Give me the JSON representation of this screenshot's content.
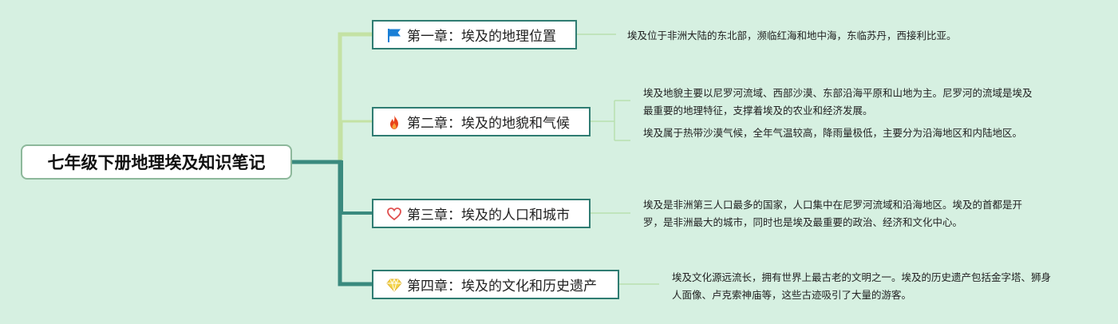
{
  "root": {
    "title": "七年级下册地理埃及知识笔记"
  },
  "chapters": [
    {
      "title": "第一章：埃及的地理位置",
      "icon": "blue-flag-icon",
      "notes": [
        "埃及位于非洲大陆的东北部，濒临红海和地中海，东临苏丹，西接利比亚。"
      ]
    },
    {
      "title": "第二章：埃及的地貌和气候",
      "icon": "fire-icon",
      "notes": [
        "埃及地貌主要以尼罗河流域、西部沙漠、东部沿海平原和山地为主。尼罗河的流域是埃及最重要的地理特征，支撑着埃及的农业和经济发展。",
        "埃及属于热带沙漠气候，全年气温较高，降雨量极低，主要分为沿海地区和内陆地区。"
      ]
    },
    {
      "title": "第三章：埃及的人口和城市",
      "icon": "heart-icon",
      "notes": [
        "埃及是非洲第三人口最多的国家，人口集中在尼罗河流域和沿海地区。埃及的首都是开罗，是非洲最大的城市，同时也是埃及最重要的政治、经济和文化中心。"
      ]
    },
    {
      "title": "第四章：埃及的文化和历史遗产",
      "icon": "gem-icon",
      "notes": [
        "埃及文化源远流长，拥有世界上最古老的文明之一。埃及的历史遗产包括金字塔、狮身人面像、卢克索神庙等，这些古迹吸引了大量的游客。"
      ]
    }
  ],
  "colors": {
    "background": "#d6f0e1",
    "branch_dark": "#3a8a7e",
    "branch_light": "#c4e2a4",
    "leaf_line": "#b8e0b0",
    "chapter_border": "#2f7c72",
    "root_border": "#8db89b",
    "flag_blue": "#1a7fd6",
    "fire_red": "#e8431c",
    "heart_red": "#e05050",
    "gem_yellow": "#f3d34a"
  }
}
